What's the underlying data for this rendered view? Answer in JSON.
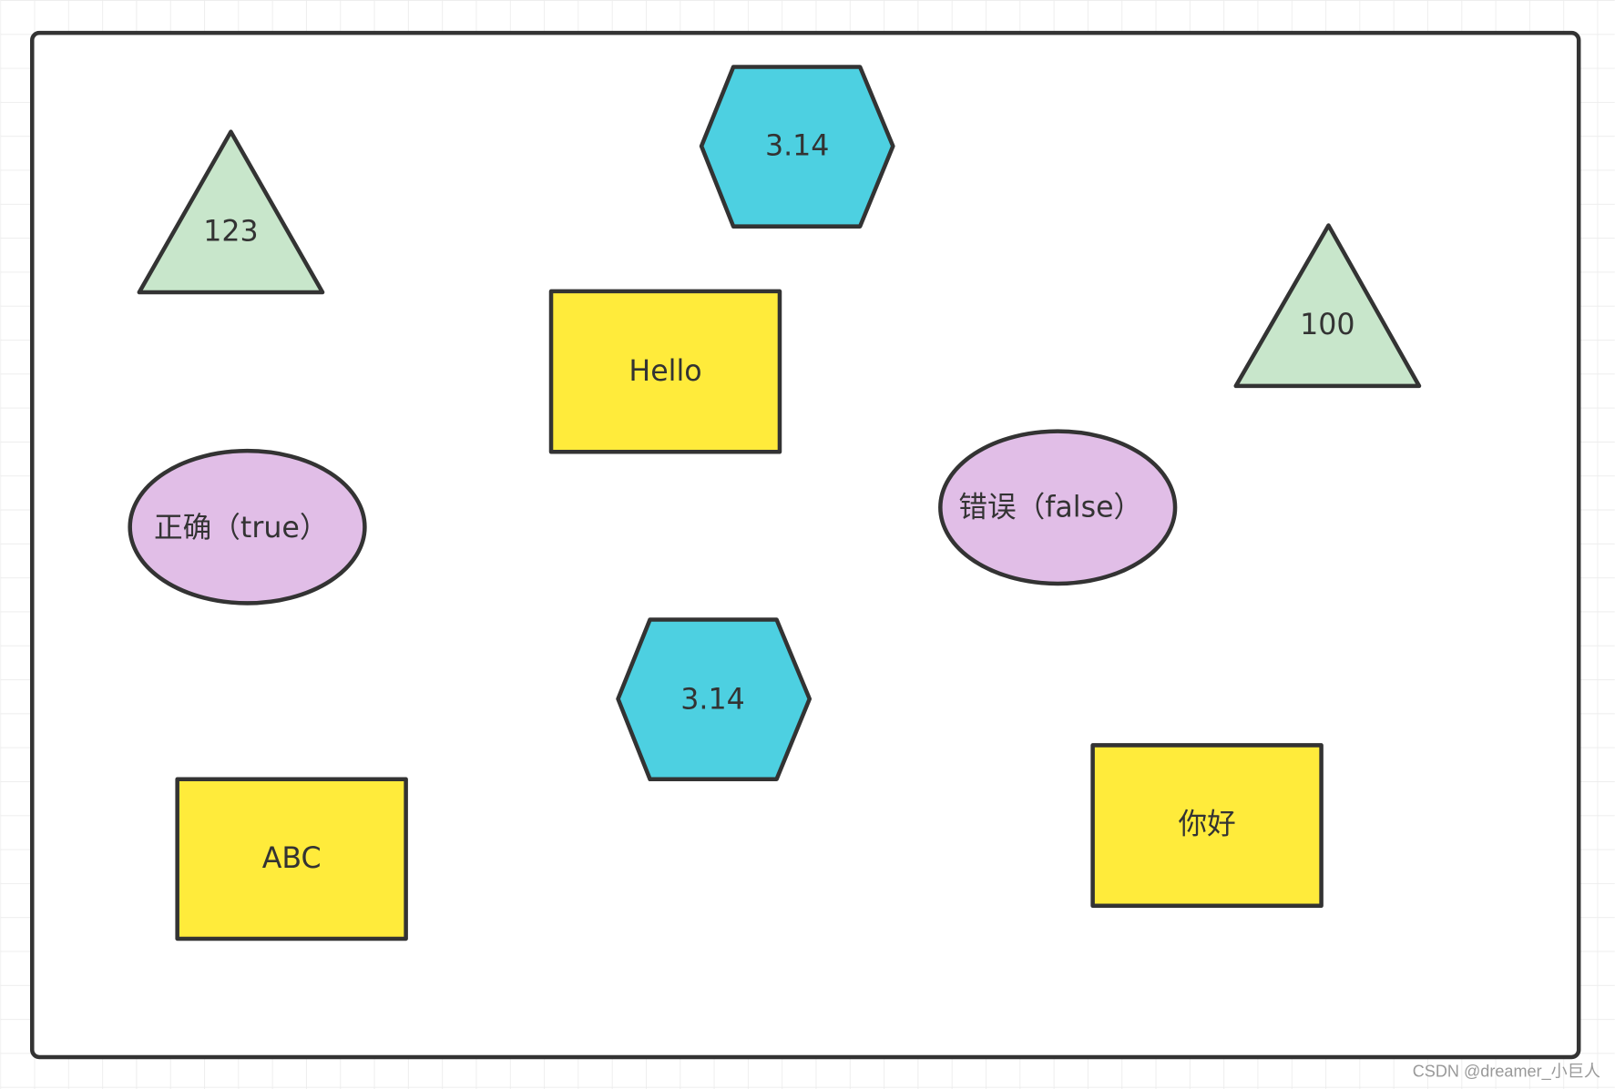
{
  "canvas": {
    "grid": true,
    "grid_color": "#ececec",
    "frame_stroke": "#333333"
  },
  "shapes": [
    {
      "type": "triangle",
      "label": "123",
      "fill": "#c8e6cb"
    },
    {
      "type": "hexagon",
      "label": "3.14",
      "fill": "#4dd0e1"
    },
    {
      "type": "rectangle",
      "label": "Hello",
      "fill": "#ffeb3b"
    },
    {
      "type": "triangle",
      "label": "100",
      "fill": "#c8e6cb"
    },
    {
      "type": "ellipse",
      "label": "正确（true）",
      "fill": "#e1bee7"
    },
    {
      "type": "ellipse",
      "label": "错误（false）",
      "fill": "#e1bee7"
    },
    {
      "type": "hexagon",
      "label": "3.14",
      "fill": "#4dd0e1"
    },
    {
      "type": "rectangle",
      "label": "ABC",
      "fill": "#ffeb3b"
    },
    {
      "type": "rectangle",
      "label": "你好",
      "fill": "#ffeb3b"
    }
  ],
  "watermark": "CSDN @dreamer_小巨人"
}
